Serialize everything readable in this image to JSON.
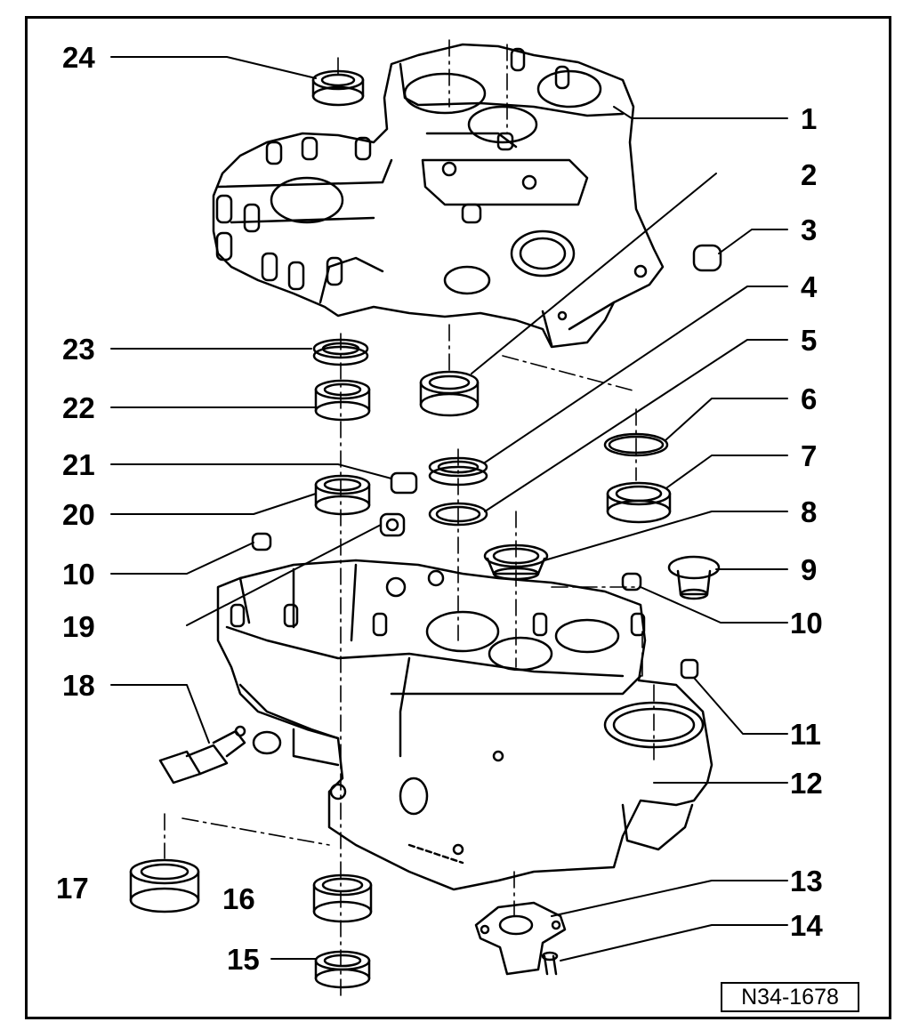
{
  "diagram": {
    "reference_code": "N34-1678",
    "callouts": [
      {
        "id": "c24",
        "text": "24"
      },
      {
        "id": "c1",
        "text": "1"
      },
      {
        "id": "c2",
        "text": "2"
      },
      {
        "id": "c3",
        "text": "3"
      },
      {
        "id": "c4",
        "text": "4"
      },
      {
        "id": "c5",
        "text": "5"
      },
      {
        "id": "c6",
        "text": "6"
      },
      {
        "id": "c7",
        "text": "7"
      },
      {
        "id": "c8",
        "text": "8"
      },
      {
        "id": "c9",
        "text": "9"
      },
      {
        "id": "c10r",
        "text": "10"
      },
      {
        "id": "c11",
        "text": "11"
      },
      {
        "id": "c12",
        "text": "12"
      },
      {
        "id": "c13",
        "text": "13"
      },
      {
        "id": "c14",
        "text": "14"
      },
      {
        "id": "c23",
        "text": "23"
      },
      {
        "id": "c22",
        "text": "22"
      },
      {
        "id": "c21",
        "text": "21"
      },
      {
        "id": "c20",
        "text": "20"
      },
      {
        "id": "c10l",
        "text": "10"
      },
      {
        "id": "c19",
        "text": "19"
      },
      {
        "id": "c18",
        "text": "18"
      },
      {
        "id": "c17",
        "text": "17"
      },
      {
        "id": "c16",
        "text": "16"
      },
      {
        "id": "c15",
        "text": "15"
      }
    ]
  }
}
